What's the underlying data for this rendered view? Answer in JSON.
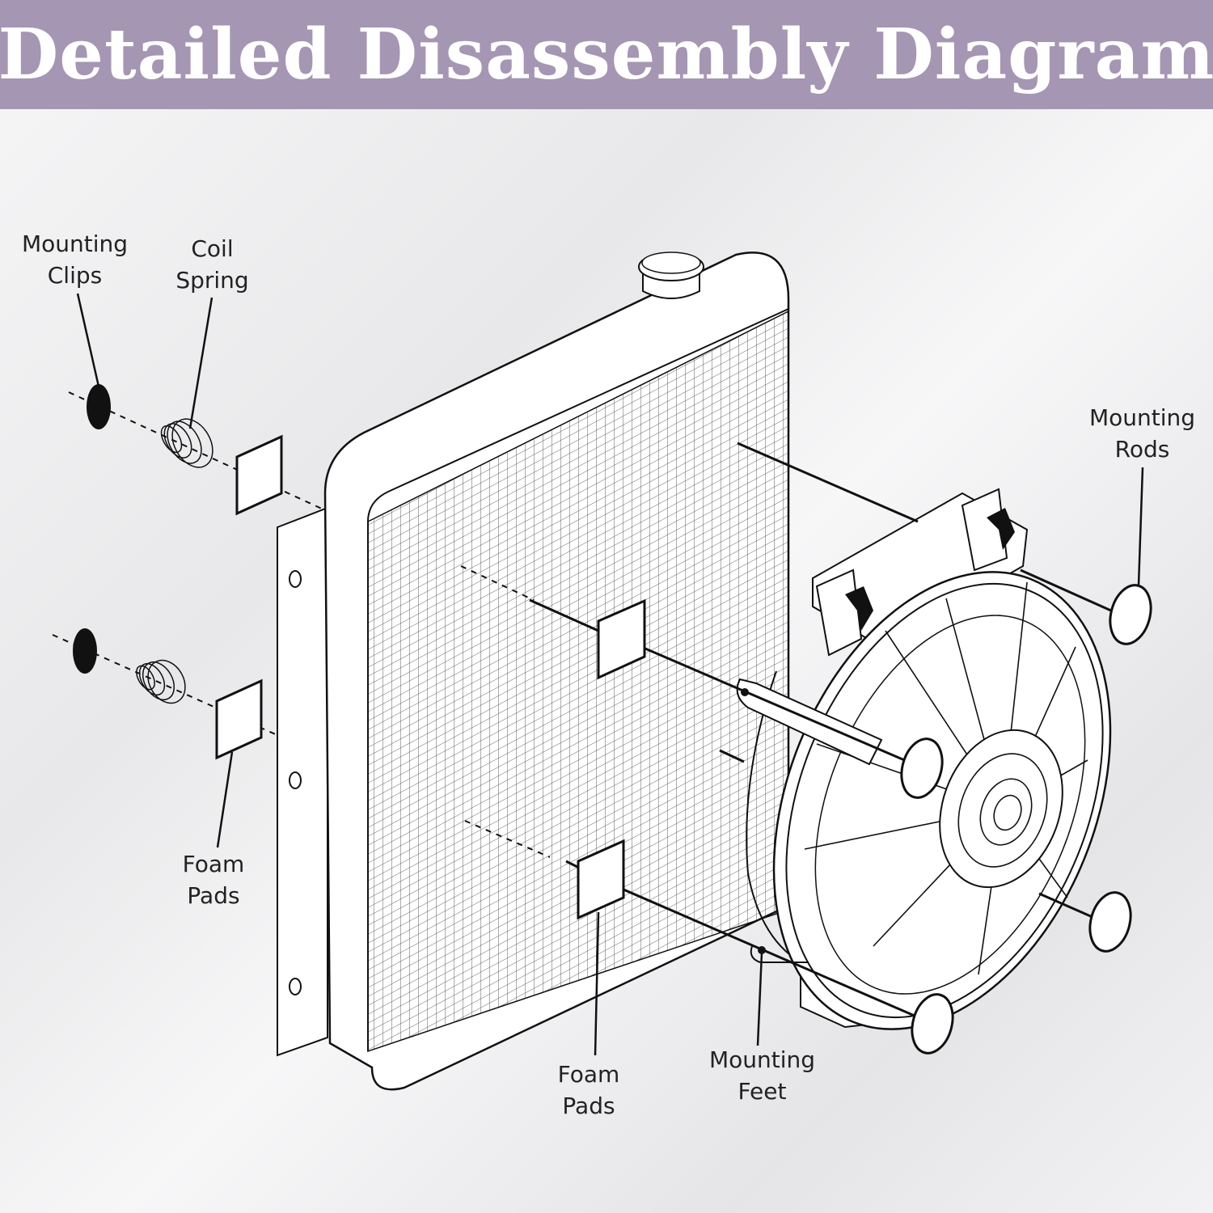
{
  "title": "Detailed Disassembly Diagram",
  "colors": {
    "header": "#a596b3",
    "header_text": "#ffffff",
    "line": "#111111"
  },
  "labels": {
    "mounting_clips": [
      "Mounting",
      "Clips"
    ],
    "coil_spring": [
      "Coil",
      "Spring"
    ],
    "mounting_rods": [
      "Mounting",
      "Rods"
    ],
    "foam_pads_left": [
      "Foam",
      "Pads"
    ],
    "foam_pads_bottom": [
      "Foam",
      "Pads"
    ],
    "mounting_feet": [
      "Mounting",
      "Feet"
    ]
  }
}
